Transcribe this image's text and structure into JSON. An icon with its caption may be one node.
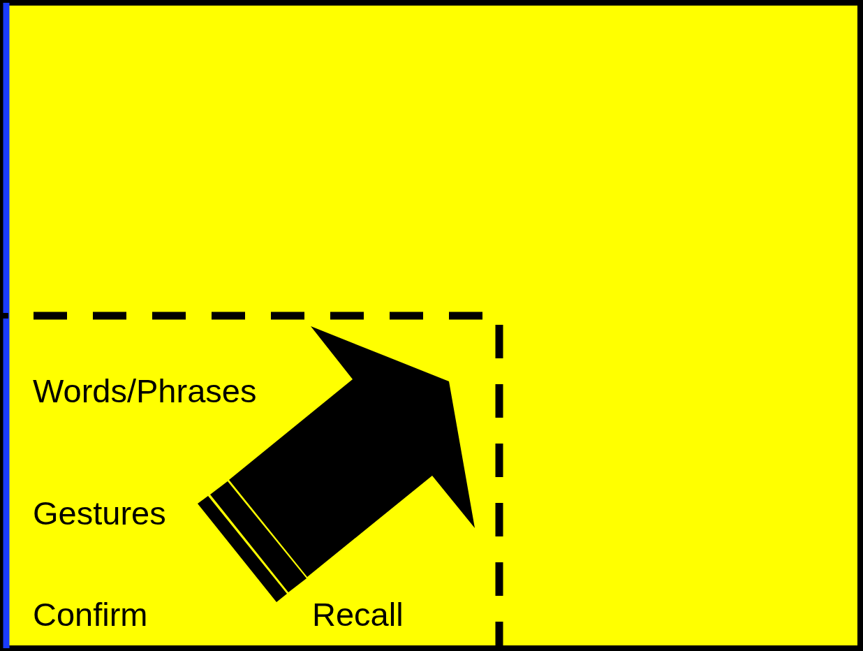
{
  "diagram": {
    "labels": [
      "Words/Phrases",
      "Gestures",
      "Confirm",
      "Recall"
    ]
  }
}
